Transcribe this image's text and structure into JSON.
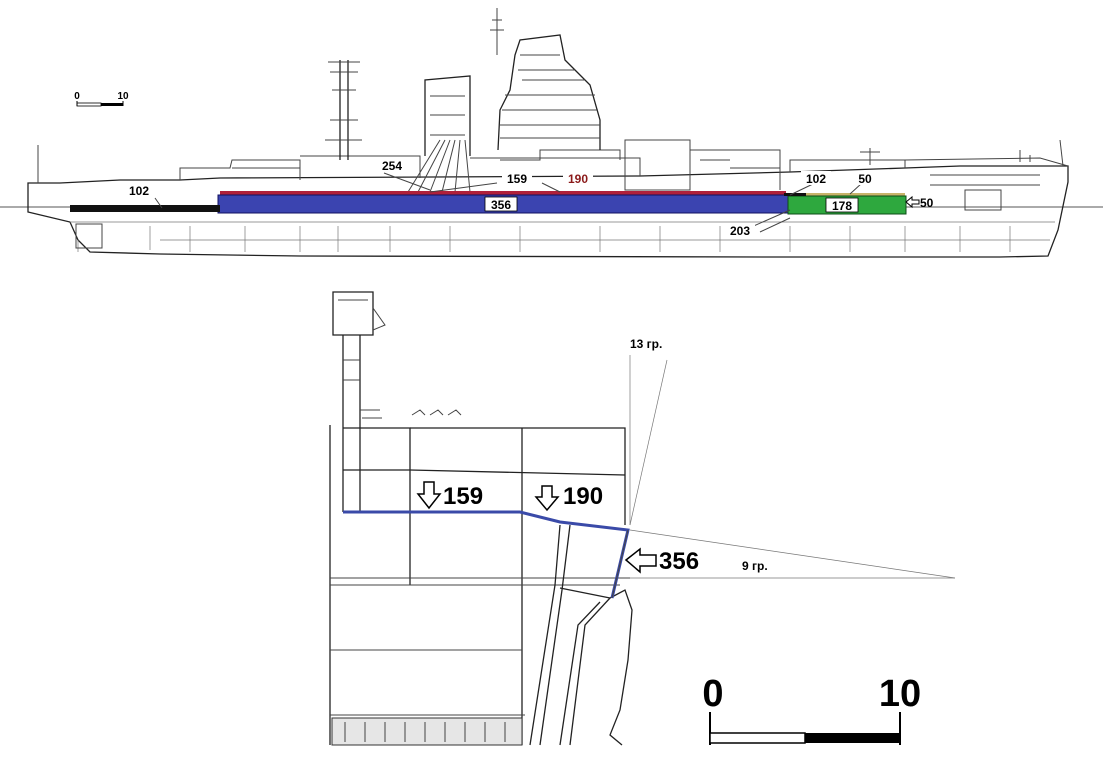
{
  "profile": {
    "scale": {
      "start": "0",
      "end": "10"
    },
    "armor_labels": {
      "aft_belt": "102",
      "barbette": "254",
      "deck_mid": "159",
      "deck_outer": "190",
      "main_belt": "356",
      "fwd_deck": "102",
      "fwd_upper": "50",
      "fwd_belt": "178",
      "fwd_bulkhead": "50",
      "lower_belt": "203"
    },
    "colors": {
      "main_belt": "#3b44b0",
      "deck": "#b0203a",
      "aft_belt": "#111111",
      "fwd_belt": "#2ea83e",
      "fwd_upper": "#c8b36a"
    }
  },
  "section": {
    "labels": {
      "deck_inner": "159",
      "deck_outer": "190",
      "belt": "356",
      "belt_angle": "13 гр.",
      "deck_angle": "9 гр."
    },
    "scale": {
      "start": "0",
      "end": "10"
    },
    "colors": {
      "armor_line": "#3a4aa8"
    }
  }
}
